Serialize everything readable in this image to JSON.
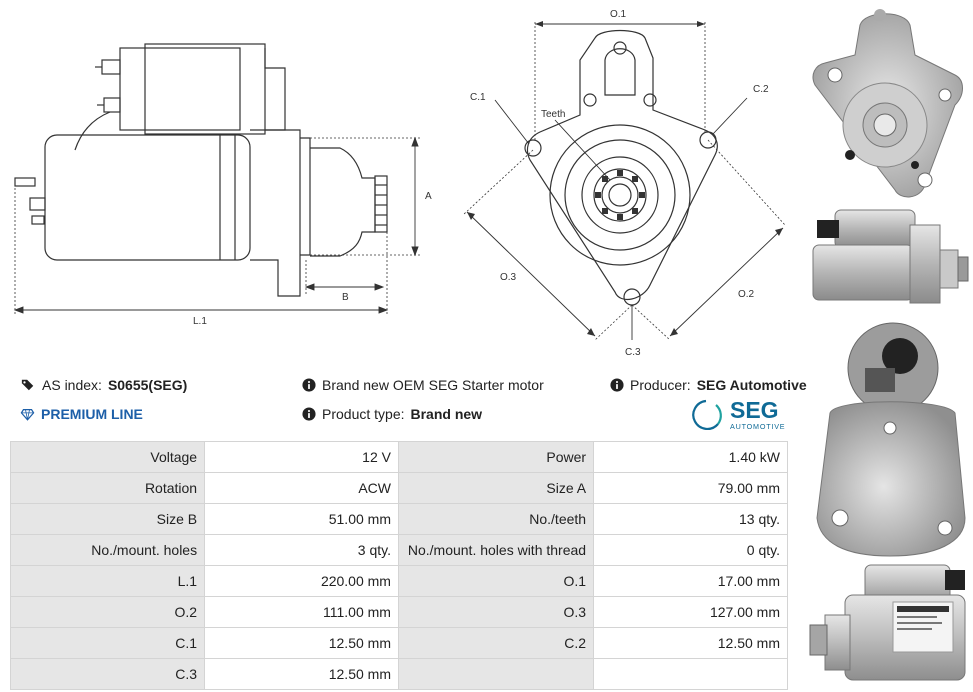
{
  "diagram": {
    "side_labels": {
      "a": "A",
      "b": "B",
      "l1": "L.1"
    },
    "front_labels": {
      "o1": "O.1",
      "o2": "O.2",
      "o3": "O.3",
      "c1": "C.1",
      "c2": "C.2",
      "c3": "C.3",
      "teeth": "Teeth"
    }
  },
  "info": {
    "as_index_label": "AS index:",
    "as_index_value": "S0655(SEG)",
    "description": "Brand new OEM SEG Starter motor",
    "producer_label": "Producer:",
    "producer_value": "SEG Automotive",
    "premium_line": "PREMIUM LINE",
    "product_type_label": "Product type:",
    "product_type_value": "Brand new"
  },
  "logo": {
    "brand": "SEG",
    "sub": "AUTOMOTIVE",
    "color": "#0f6a96",
    "accent": "#1fa2a0"
  },
  "colors": {
    "premium": "#1d5fa8",
    "key_bg": "#e6e6e6"
  },
  "specs": [
    [
      "Voltage",
      "12 V",
      "Power",
      "1.40 kW"
    ],
    [
      "Rotation",
      "ACW",
      "Size A",
      "79.00 mm"
    ],
    [
      "Size B",
      "51.00 mm",
      "No./teeth",
      "13 qty."
    ],
    [
      "No./mount. holes",
      "3 qty.",
      "No./mount. holes with thread",
      "0 qty."
    ],
    [
      "L.1",
      "220.00 mm",
      "O.1",
      "17.00 mm"
    ],
    [
      "O.2",
      "111.00 mm",
      "O.3",
      "127.00 mm"
    ],
    [
      "C.1",
      "12.50 mm",
      "C.2",
      "12.50 mm"
    ],
    [
      "C.3",
      "12.50 mm",
      "",
      ""
    ]
  ]
}
